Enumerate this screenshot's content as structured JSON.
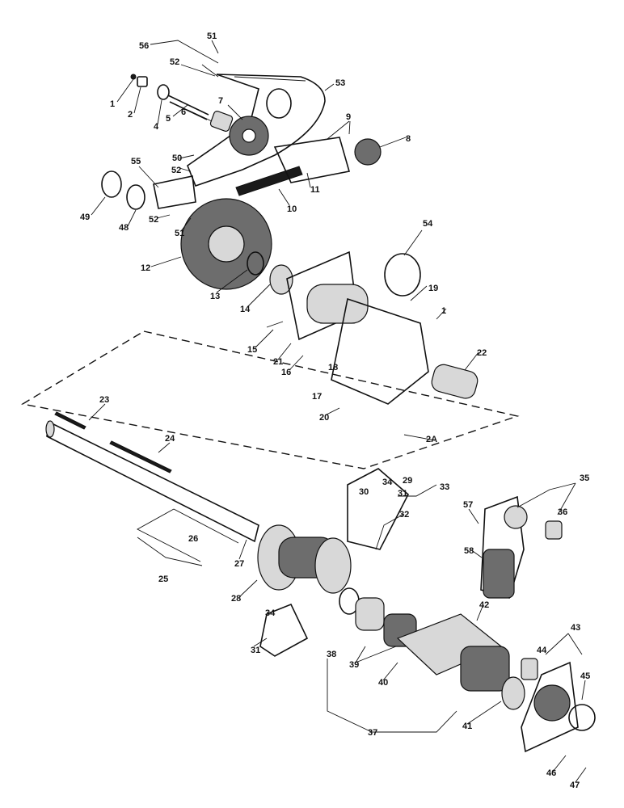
{
  "callouts": [
    {
      "id": "c1a",
      "label": "1"
    },
    {
      "id": "c2",
      "label": "2"
    },
    {
      "id": "c4",
      "label": "4"
    },
    {
      "id": "c5",
      "label": "5"
    },
    {
      "id": "c6",
      "label": "6"
    },
    {
      "id": "c7",
      "label": "7"
    },
    {
      "id": "c8",
      "label": "8"
    },
    {
      "id": "c9",
      "label": "9"
    },
    {
      "id": "c10",
      "label": "10"
    },
    {
      "id": "c11",
      "label": "11"
    },
    {
      "id": "c12",
      "label": "12"
    },
    {
      "id": "c13",
      "label": "13"
    },
    {
      "id": "c14",
      "label": "14"
    },
    {
      "id": "c15",
      "label": "15"
    },
    {
      "id": "c16",
      "label": "16"
    },
    {
      "id": "c17",
      "label": "17"
    },
    {
      "id": "c18",
      "label": "18"
    },
    {
      "id": "c19",
      "label": "19"
    },
    {
      "id": "c1b",
      "label": "1"
    },
    {
      "id": "c20",
      "label": "20"
    },
    {
      "id": "c21",
      "label": "21"
    },
    {
      "id": "c22",
      "label": "22"
    },
    {
      "id": "c23",
      "label": "23"
    },
    {
      "id": "c24",
      "label": "24"
    },
    {
      "id": "c25",
      "label": "25"
    },
    {
      "id": "c26",
      "label": "26"
    },
    {
      "id": "c27",
      "label": "27"
    },
    {
      "id": "c28",
      "label": "28"
    },
    {
      "id": "c29",
      "label": "29"
    },
    {
      "id": "c30",
      "label": "30"
    },
    {
      "id": "c31a",
      "label": "31"
    },
    {
      "id": "c31b",
      "label": "31"
    },
    {
      "id": "c32",
      "label": "32"
    },
    {
      "id": "c33",
      "label": "33"
    },
    {
      "id": "c34a",
      "label": "34"
    },
    {
      "id": "c34b",
      "label": "34"
    },
    {
      "id": "c35",
      "label": "35"
    },
    {
      "id": "c36",
      "label": "36"
    },
    {
      "id": "c37",
      "label": "37"
    },
    {
      "id": "c38",
      "label": "38"
    },
    {
      "id": "c39",
      "label": "39"
    },
    {
      "id": "c40",
      "label": "40"
    },
    {
      "id": "c41",
      "label": "41"
    },
    {
      "id": "c42",
      "label": "42"
    },
    {
      "id": "c43",
      "label": "43"
    },
    {
      "id": "c44",
      "label": "44"
    },
    {
      "id": "c45",
      "label": "45"
    },
    {
      "id": "c46",
      "label": "46"
    },
    {
      "id": "c47",
      "label": "47"
    },
    {
      "id": "c48",
      "label": "48"
    },
    {
      "id": "c49",
      "label": "49"
    },
    {
      "id": "c50",
      "label": "50"
    },
    {
      "id": "c51a",
      "label": "51"
    },
    {
      "id": "c51b",
      "label": "51"
    },
    {
      "id": "c52a",
      "label": "52"
    },
    {
      "id": "c52b",
      "label": "52"
    },
    {
      "id": "c52c",
      "label": "52"
    },
    {
      "id": "c53",
      "label": "53"
    },
    {
      "id": "c54",
      "label": "54"
    },
    {
      "id": "c55",
      "label": "55"
    },
    {
      "id": "c56",
      "label": "56"
    },
    {
      "id": "c57",
      "label": "57"
    },
    {
      "id": "c58",
      "label": "58"
    },
    {
      "id": "c2A",
      "label": "2A"
    }
  ]
}
